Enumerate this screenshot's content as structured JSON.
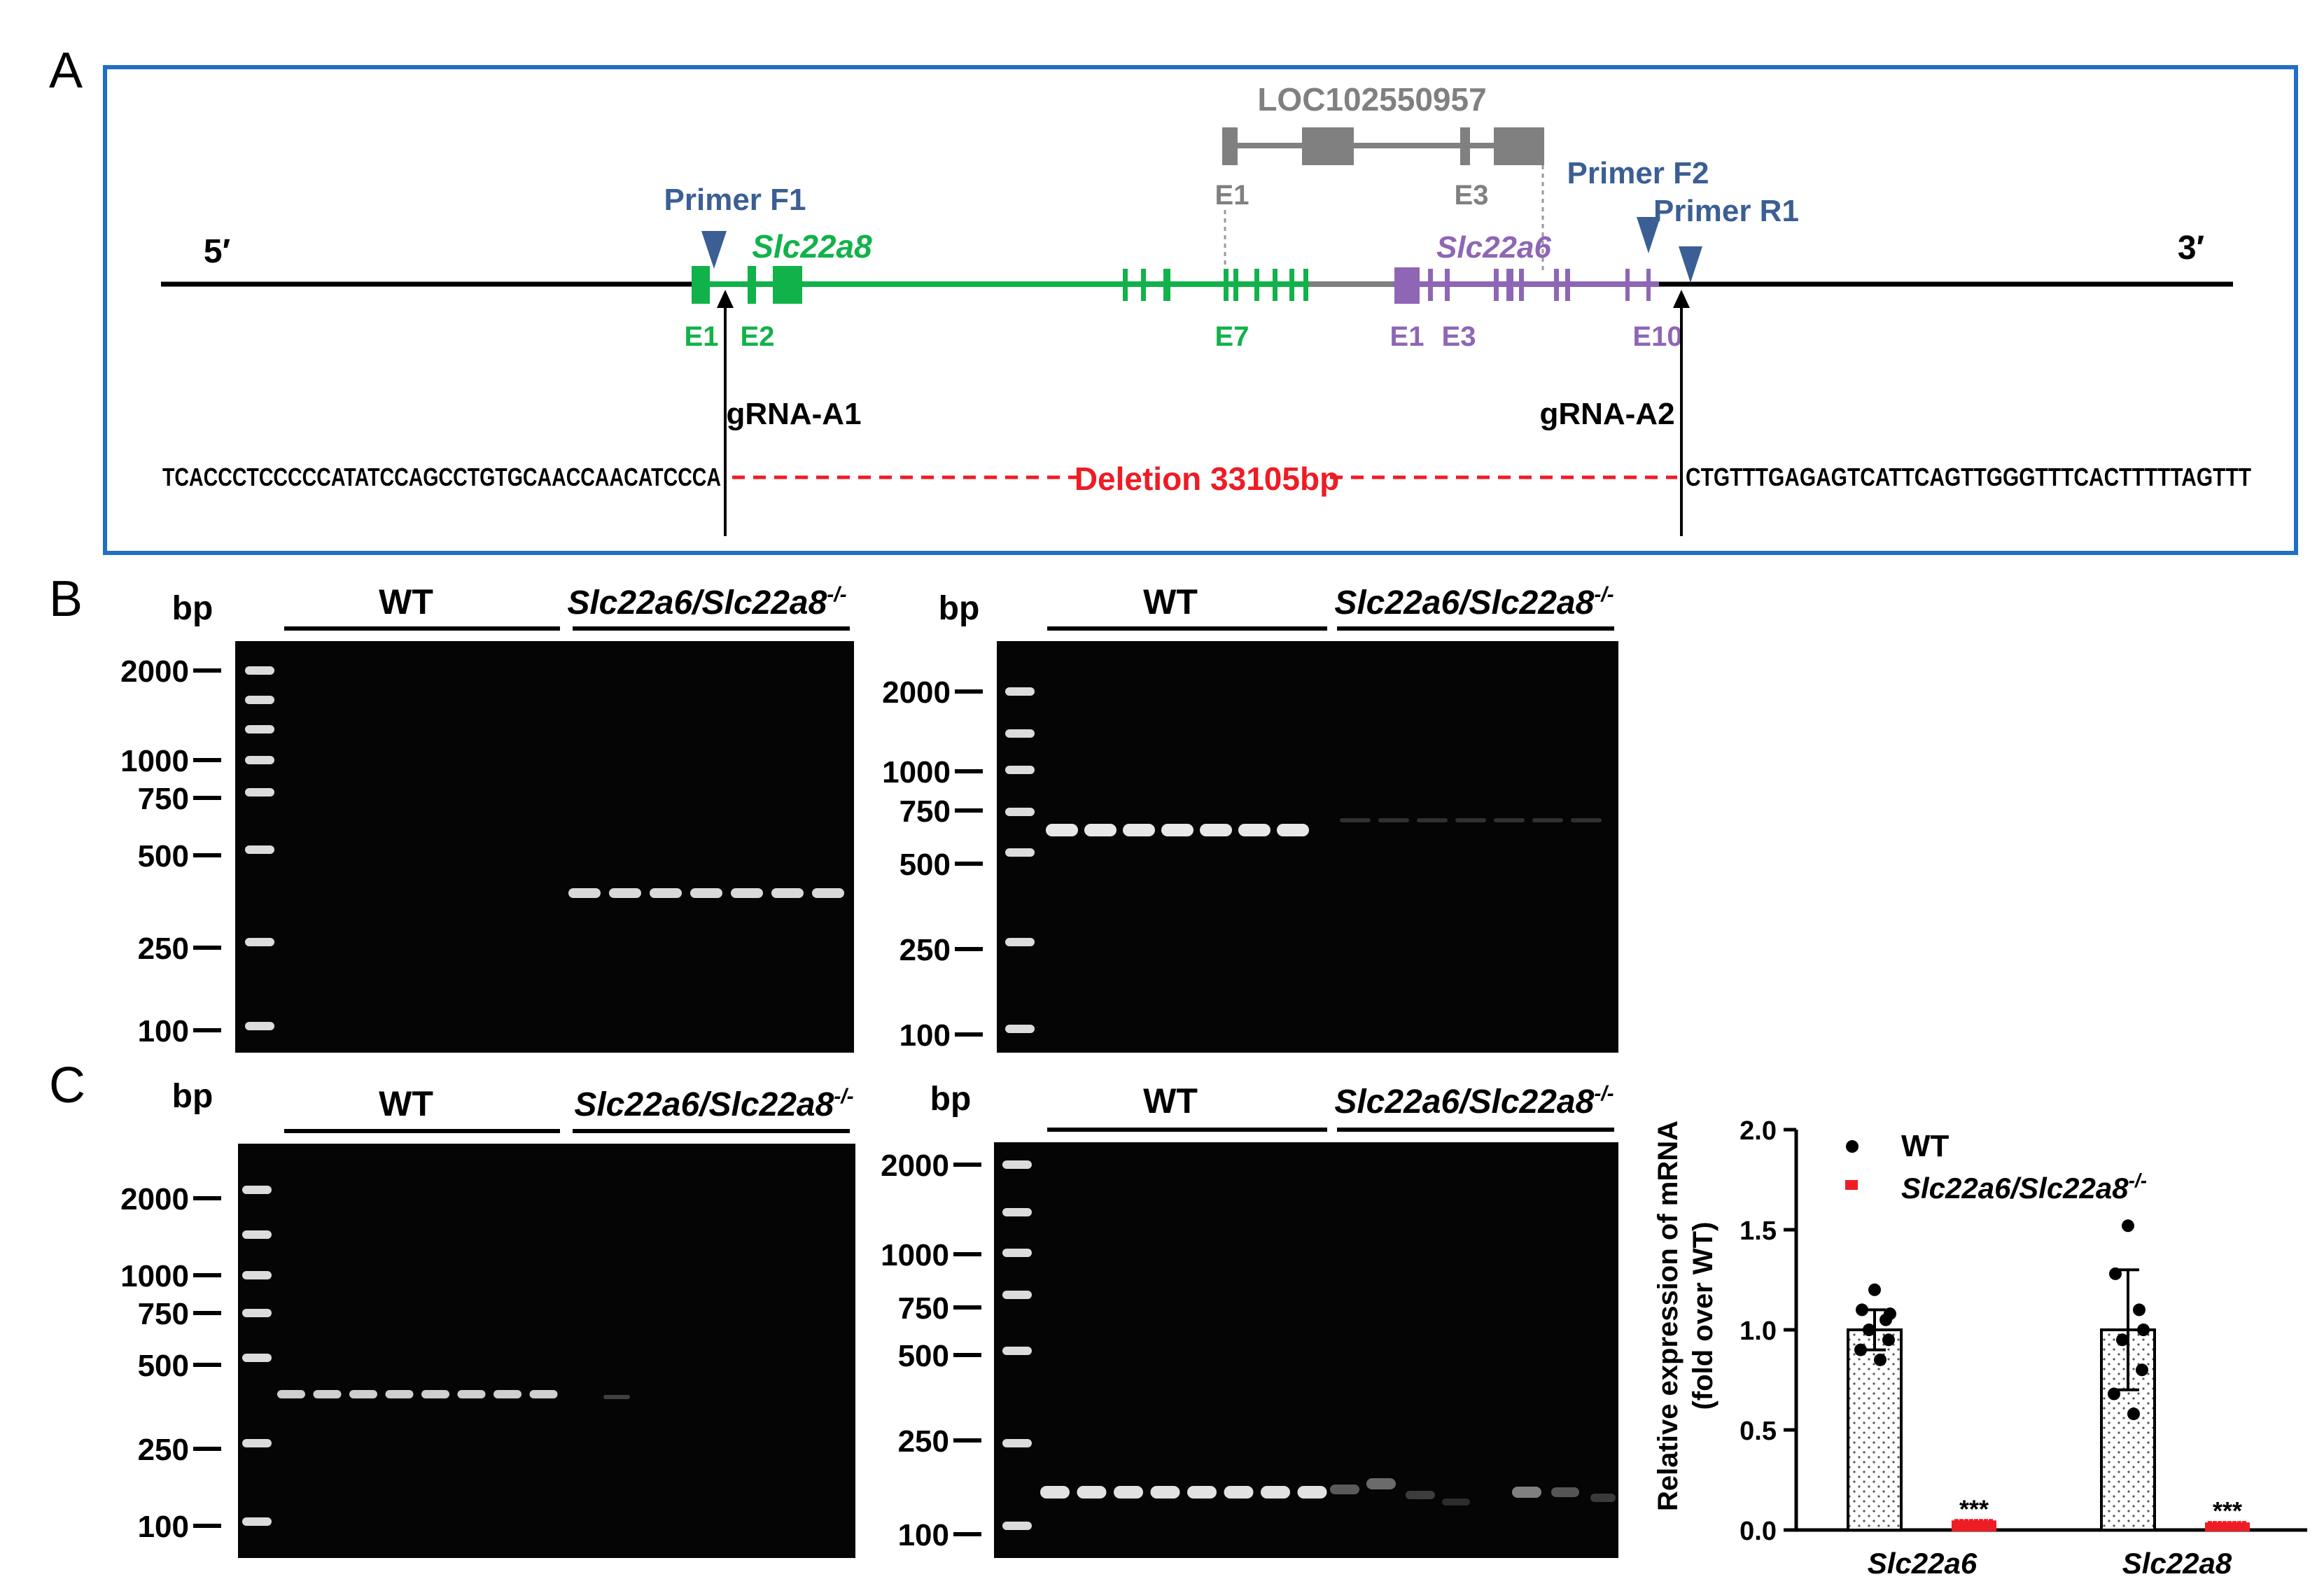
{
  "panel_a": {
    "letter": "A",
    "end5": "5′",
    "end3": "3′",
    "loc_label": "LOC102550957",
    "loc_e1": "E1",
    "loc_e3": "E3",
    "primer_f1": "Primer F1",
    "primer_f2": "Primer F2",
    "primer_r1": "Primer R1",
    "gene_a8": "Slc22a8",
    "gene_a6": "Slc22a6",
    "a8_e1": "E1",
    "a8_e2": "E2",
    "a8_e7": "E7",
    "a6_e1": "E1",
    "a6_e3": "E3",
    "a6_e10": "E10",
    "grna_a1": "gRNA-A1",
    "grna_a2": "gRNA-A2",
    "seq_left": "TCACCCTCCCCCATATCCAGCCTGTGCAACCAACATCCCA",
    "seq_right": "CTGTTTGAGAGTCATTCAGTTGGGTTTCACTTTTTAGTTT",
    "deletion": "Deletion  33105bp",
    "colors": {
      "border": "#1f6fc4",
      "green": "#12b24a",
      "purple": "#8e66b5",
      "gray": "#808080",
      "primer": "#3b5f94",
      "red": "#ee1c25"
    }
  },
  "panel_b": {
    "letter": "B",
    "gel1": {
      "bp": "bp",
      "wt": "WT",
      "ko": "Slc22a6/Slc22a8",
      "ko_sup": "-/-",
      "markers": [
        "2000",
        "1000",
        "750",
        "500",
        "250",
        "100"
      ]
    },
    "gel2": {
      "bp": "bp",
      "wt": "WT",
      "ko": "Slc22a6/Slc22a8",
      "ko_sup": "-/-",
      "markers": [
        "2000",
        "1000",
        "750",
        "500",
        "250",
        "100"
      ]
    }
  },
  "panel_c": {
    "letter": "C",
    "gel1": {
      "bp": "bp",
      "wt": "WT",
      "ko": "Slc22a6/Slc22a8",
      "ko_sup": "-/-",
      "markers": [
        "2000",
        "1000",
        "750",
        "500",
        "250",
        "100"
      ]
    },
    "gel2": {
      "bp": "bp",
      "wt": "WT",
      "ko": "Slc22a6/Slc22a8",
      "ko_sup": "-/-",
      "markers": [
        "2000",
        "1000",
        "750",
        "500",
        "250",
        "100"
      ]
    }
  },
  "chart_data": {
    "type": "bar",
    "categories": [
      "Slc22a6",
      "Slc22a8"
    ],
    "ylabel": "Relative expression of mRNA (fold over WT)",
    "ylabel_line1": "Relative expression of mRNA",
    "ylabel_line2": "(fold over WT)",
    "ylim": [
      0,
      2.0
    ],
    "yticks": [
      "0.0",
      "0.5",
      "1.0",
      "1.5",
      "2.0"
    ],
    "ytick_values": [
      0,
      0.5,
      1.0,
      1.5,
      2.0
    ],
    "significance": "***",
    "legend": {
      "wt": "WT",
      "ko": "Slc22a6/Slc22a8",
      "ko_sup": "-/-",
      "placement": "top-left"
    },
    "series": [
      {
        "name": "WT",
        "color": "#000000",
        "values": [
          1.0,
          1.0
        ],
        "error": [
          0.1,
          0.3
        ],
        "points": [
          [
            1.2,
            1.1,
            1.05,
            1.0,
            0.95,
            0.9,
            0.85,
            1.08
          ],
          [
            1.52,
            1.28,
            1.1,
            0.95,
            0.8,
            0.68,
            0.58,
            1.0
          ]
        ]
      },
      {
        "name": "Slc22a6/Slc22a8-/-",
        "color": "#ee1c25",
        "values": [
          0.02,
          0.01
        ],
        "error": [
          0.0,
          0.0
        ],
        "points": [
          [
            0.02,
            0.02,
            0.02,
            0.02,
            0.02,
            0.02,
            0.02,
            0.02
          ],
          [
            0.01,
            0.01,
            0.01,
            0.01,
            0.01,
            0.01,
            0.01,
            0.01
          ]
        ]
      }
    ]
  }
}
